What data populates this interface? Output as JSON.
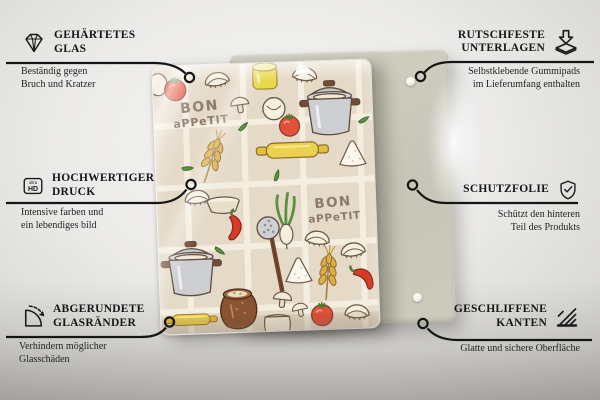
{
  "colors": {
    "line": "#151515",
    "glass_beige": "#e9decd",
    "back_panel_sage": "#c9c7b9",
    "background_grey": "#e9e8e6",
    "tomato_red": "#e25039",
    "pin_yellow": "#ecd052"
  },
  "product": {
    "artwork": {
      "text1_line1": "BON",
      "text1_line2": "aPPeTIT",
      "text2_line1": "BON",
      "text2_line2": "aPPeTIT"
    }
  },
  "callouts": [
    {
      "id": "tempered-glass",
      "icon": "diamond-icon",
      "title_lines": [
        "GEHÄRTETES",
        "GLAS"
      ],
      "subtitle_lines": [
        "Beständig gegen",
        "Bruch und Kratzer"
      ]
    },
    {
      "id": "anti-slip-pads",
      "icon": "pads-arrow-icon",
      "title_lines": [
        "RUTSCHFESTE",
        "UNTERLAGEN"
      ],
      "subtitle_lines": [
        "Selbstklebende Gummipads",
        "im Lieferumfang enthalten"
      ]
    },
    {
      "id": "high-quality-print",
      "icon": "ultra-hd-icon",
      "icon_text_top": "ultra",
      "icon_text_bottom": "HD",
      "title_lines": [
        "HOCHWERTIGER",
        "DRUCK"
      ],
      "subtitle_lines": [
        "Intensive farben und",
        "ein lebendiges bild"
      ]
    },
    {
      "id": "protective-film",
      "icon": "shield-check-icon",
      "title_lines": [
        "SCHUTZFOLIE"
      ],
      "subtitle_lines": [
        "Schützt den hinteren",
        "Teil des Produkts"
      ]
    },
    {
      "id": "rounded-glass-edges",
      "icon": "rounded-corner-icon",
      "title_lines": [
        "ABGERUNDETE",
        "GLASRÄNDER"
      ],
      "subtitle_lines": [
        "Verhindern möglicher",
        "Glasschäden"
      ]
    },
    {
      "id": "polished-edges",
      "icon": "polished-edge-icon",
      "title_lines": [
        "GESCHLIFFENE",
        "KANTEN"
      ],
      "subtitle_lines": [
        "Glatte und sichere Oberfläche"
      ]
    }
  ]
}
